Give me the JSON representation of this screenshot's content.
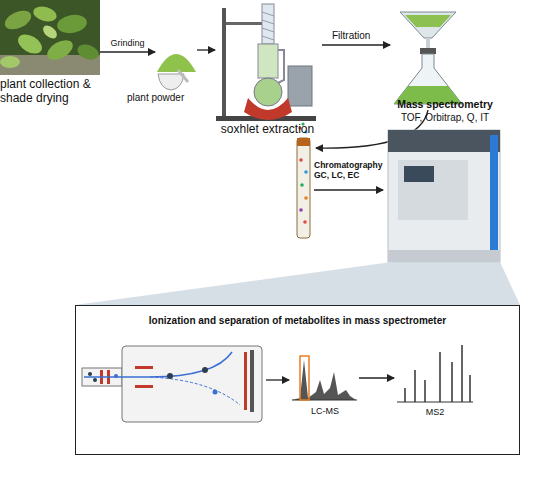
{
  "diagram": {
    "nodes": [
      {
        "text": [
          "plant collection & shade drying"
        ]
      },
      {
        "text": [
          "plant powder"
        ]
      },
      {
        "text": [
          "soxhlet extraction"
        ]
      },
      {
        "text": [
          "Mass spectrometry",
          "TOF, Orbitrap, Q, IT"
        ]
      },
      {
        "text": [
          "Ionization and separation of metabolites in mass spectrometer"
        ]
      },
      {
        "text": [
          "LC-MS"
        ],
        "in": 4
      },
      {
        "text": [
          "MS2"
        ],
        "in": 4
      }
    ],
    "edges": [
      {
        "from": 0,
        "to": 1,
        "label": "Grinding",
        "arrow": "to"
      },
      {
        "from": 1,
        "to": 2,
        "arrow": "to"
      },
      {
        "from": 5,
        "to": 6,
        "arrow": "to"
      }
    ],
    "labels": [
      "Filtration",
      "Chromatography GC, LC, EC"
    ]
  }
}
